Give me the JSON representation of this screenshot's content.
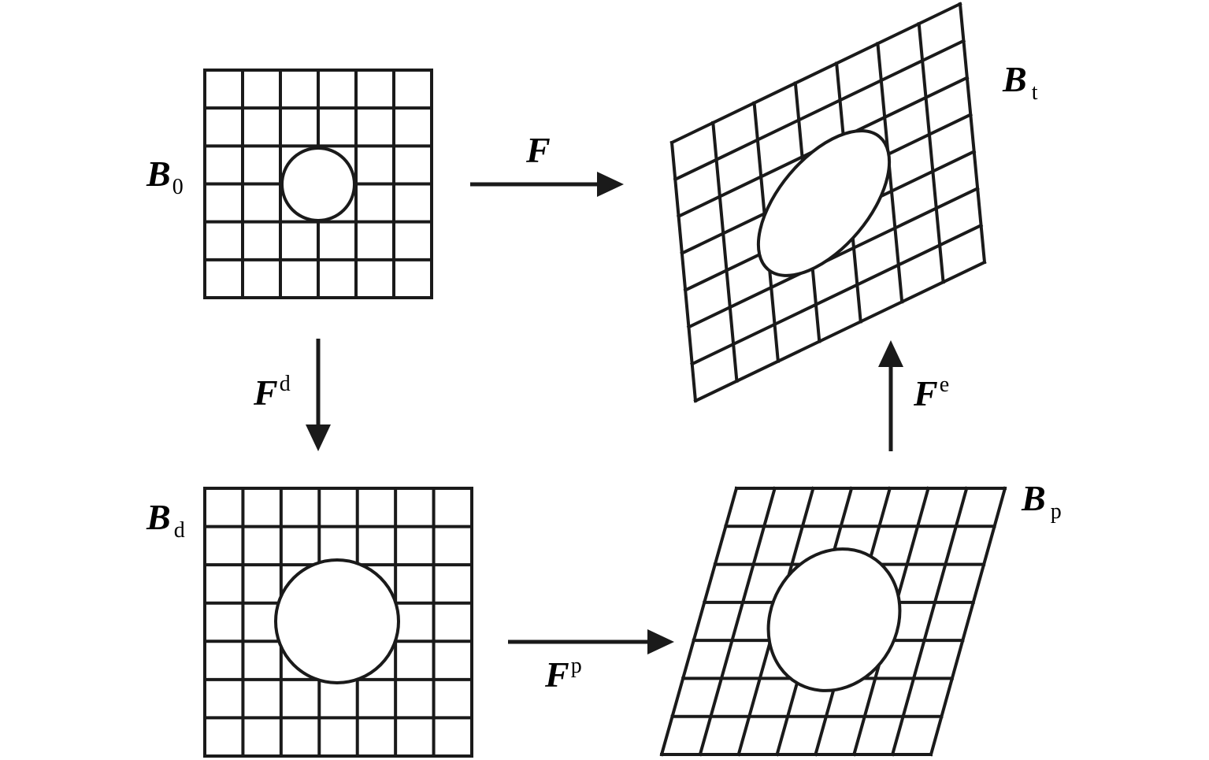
{
  "colors": {
    "stroke": "#1a1a1a",
    "background": "#ffffff"
  },
  "labels": {
    "b0": {
      "main": "B",
      "sub": "0"
    },
    "bt": {
      "main": "B",
      "sub": "t"
    },
    "bd": {
      "main": "B",
      "sub": "d"
    },
    "bp": {
      "main": "B",
      "sub": "p"
    },
    "f": {
      "main": "F"
    },
    "fd": {
      "main": "F",
      "sup": "d"
    },
    "fp": {
      "main": "F",
      "sup": "p"
    },
    "fe": {
      "main": "F",
      "sup": "e"
    }
  },
  "meshes": {
    "b0": {
      "cols": 6,
      "rows": 6,
      "hole": "circle"
    },
    "bd": {
      "cols": 7,
      "rows": 7,
      "hole": "circle"
    },
    "bp": {
      "cols": 7,
      "rows": 7,
      "hole": "ellipse"
    },
    "bt": {
      "cols": 7,
      "rows": 7,
      "hole": "ellipse"
    }
  },
  "arrows": [
    {
      "id": "f",
      "direction": "right"
    },
    {
      "id": "fd",
      "direction": "down"
    },
    {
      "id": "fp",
      "direction": "right"
    },
    {
      "id": "fe",
      "direction": "up"
    }
  ]
}
